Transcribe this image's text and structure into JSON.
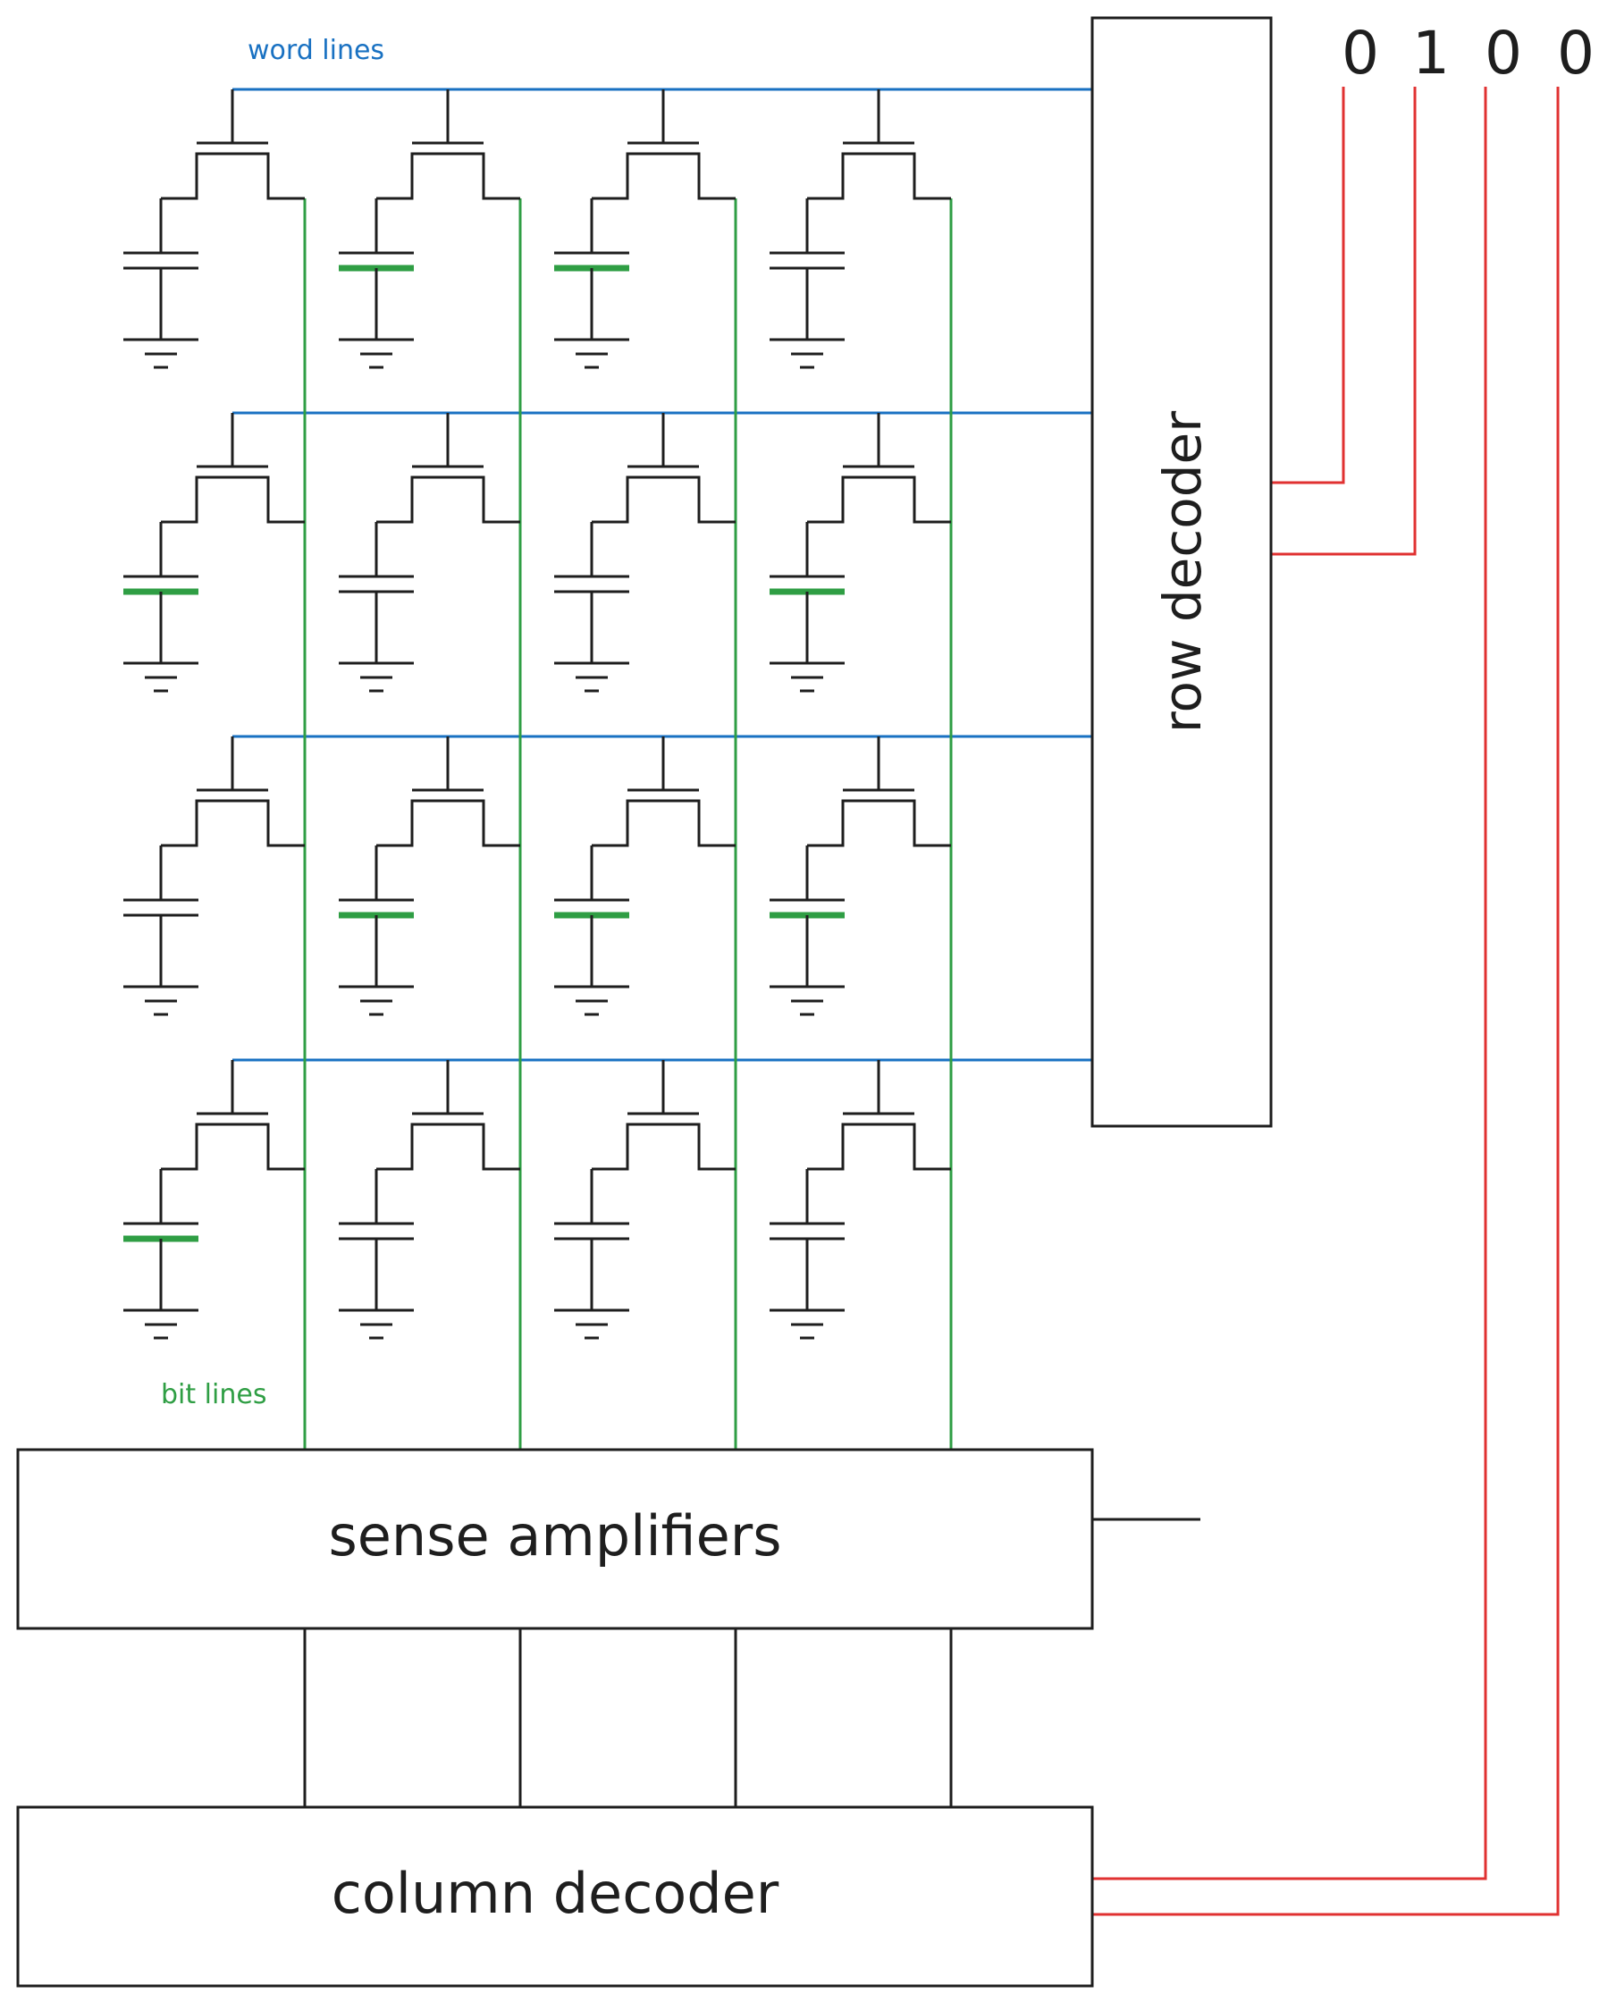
{
  "labels": {
    "word_lines": "word lines",
    "bit_lines": "bit lines",
    "row_decoder": "row decoder",
    "sense_amplifiers": "sense amplifiers",
    "column_decoder": "column decoder"
  },
  "address_bits": [
    "0",
    "1",
    "0",
    "0"
  ],
  "array": {
    "rows": 4,
    "cols": 4,
    "charged_cells": [
      [
        false,
        true,
        true,
        false
      ],
      [
        true,
        false,
        false,
        true
      ],
      [
        false,
        true,
        true,
        true
      ],
      [
        true,
        false,
        false,
        false
      ]
    ]
  },
  "colors": {
    "word_line": "#1971c2",
    "bit_line": "#2f9e44",
    "address_line": "#e03131",
    "ink": "#1e1e1e",
    "charged_plate": "#2f9e44"
  }
}
